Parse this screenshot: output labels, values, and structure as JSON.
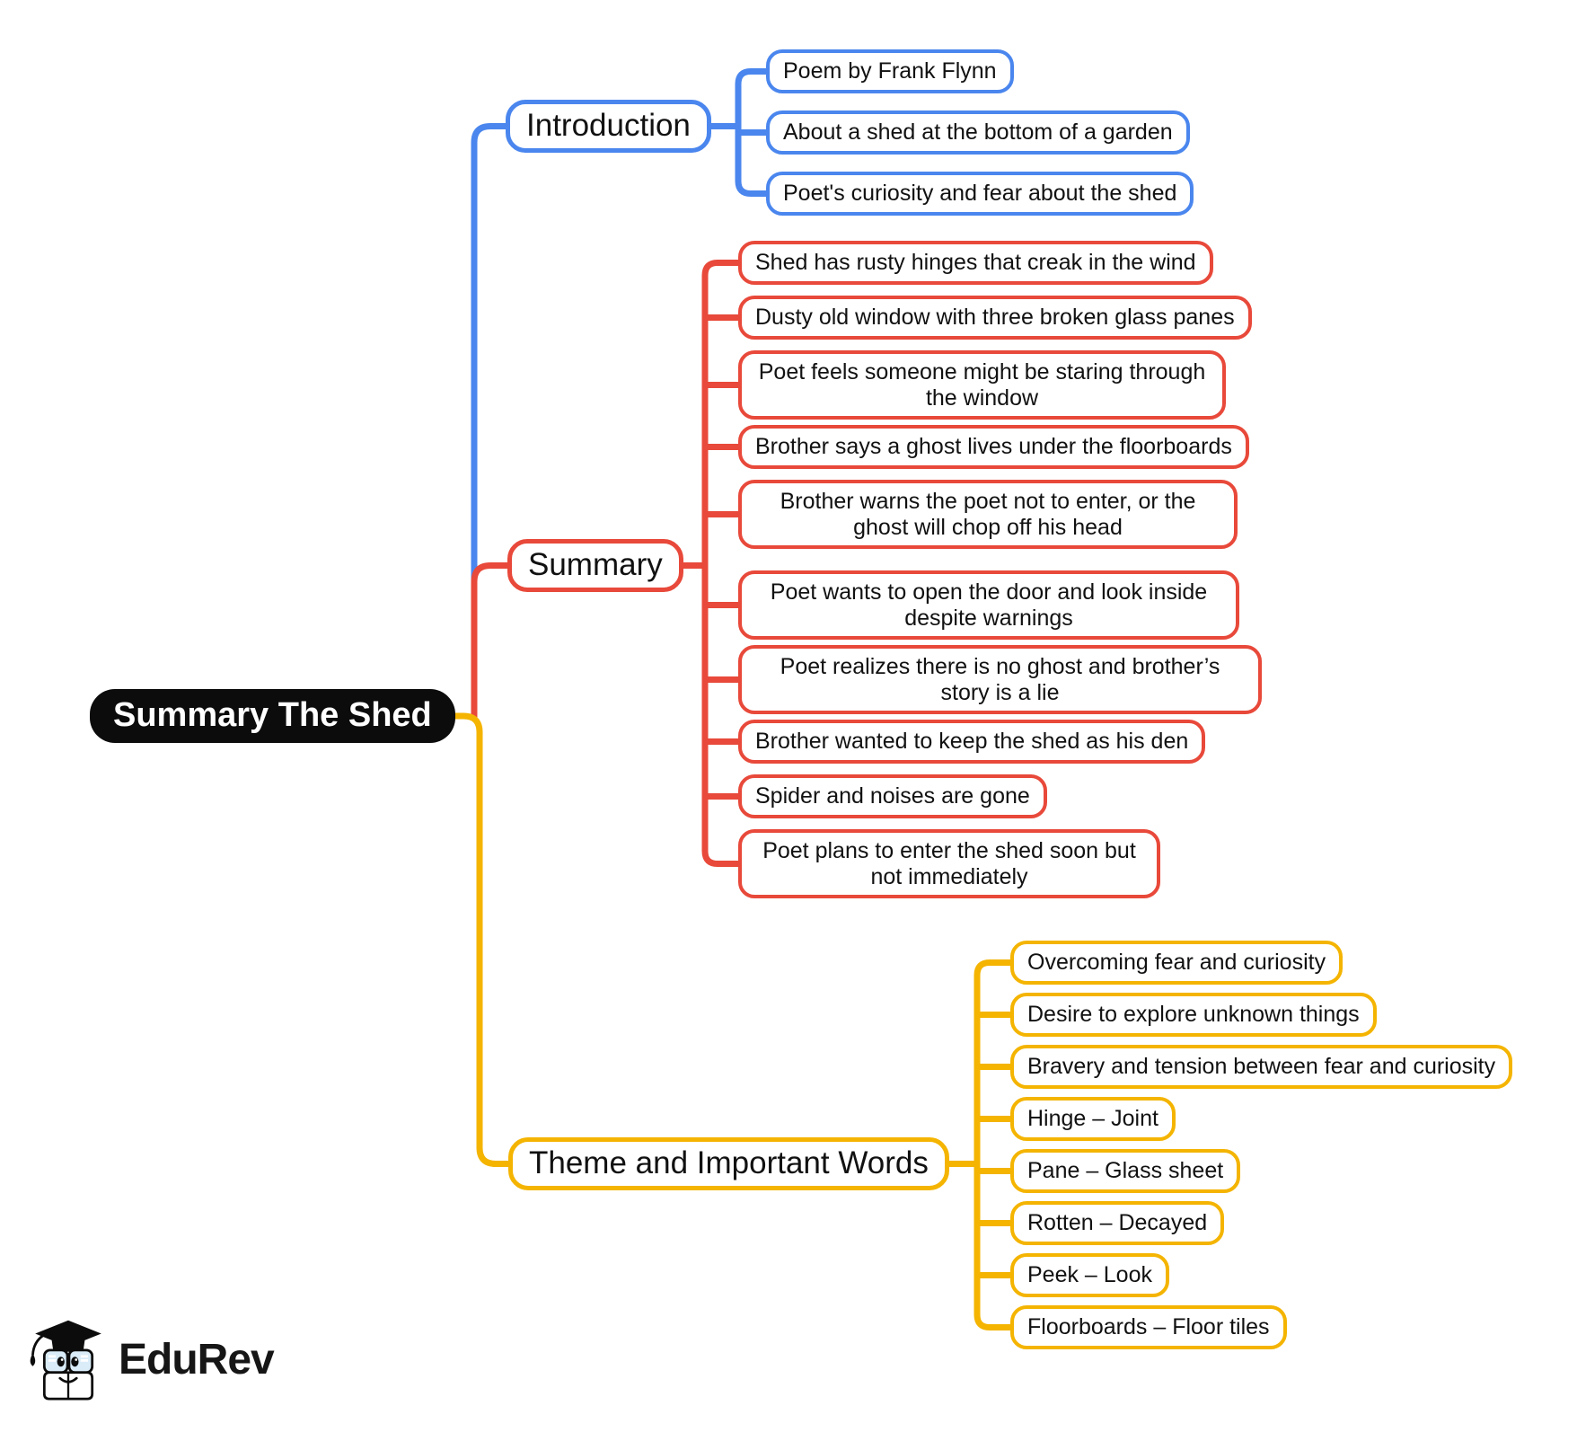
{
  "root": {
    "label": "Summary The Shed"
  },
  "colors": {
    "blue": "#4a86ee",
    "red": "#e8493a",
    "yellow": "#f4b400",
    "root_bg": "#0c0c0c",
    "text": "#111111"
  },
  "branches": [
    {
      "id": "introduction",
      "label": "Introduction",
      "color": "#4a86ee",
      "children": [
        {
          "label": "Poem by Frank Flynn"
        },
        {
          "label": "About a shed at the bottom of a garden"
        },
        {
          "label": "Poet's curiosity and fear about the shed"
        }
      ]
    },
    {
      "id": "summary",
      "label": "Summary",
      "color": "#e8493a",
      "children": [
        {
          "label": "Shed has rusty hinges that creak in the wind"
        },
        {
          "label": "Dusty old window with three broken glass panes"
        },
        {
          "label": "Poet feels someone might be staring through the window"
        },
        {
          "label": "Brother says a ghost lives under the floorboards"
        },
        {
          "label": "Brother warns the poet not to enter, or the ghost will chop off his head"
        },
        {
          "label": "Poet wants to open the door and look inside despite warnings"
        },
        {
          "label": "Poet realizes there is no ghost and brother’s story is a lie"
        },
        {
          "label": "Brother wanted to keep the shed as his den"
        },
        {
          "label": "Spider and noises are gone"
        },
        {
          "label": "Poet plans to enter the shed soon but not immediately"
        }
      ]
    },
    {
      "id": "theme",
      "label": "Theme and Important Words",
      "color": "#f4b400",
      "children": [
        {
          "label": "Overcoming fear and curiosity"
        },
        {
          "label": "Desire to explore unknown things"
        },
        {
          "label": "Bravery and tension between fear and curiosity"
        },
        {
          "label": "Hinge – Joint"
        },
        {
          "label": "Pane – Glass sheet"
        },
        {
          "label": "Rotten – Decayed"
        },
        {
          "label": "Peek – Look"
        },
        {
          "label": "Floorboards – Floor tiles"
        }
      ]
    }
  ],
  "logo": {
    "text": "EduRev",
    "icon": "edurev-mascot"
  }
}
